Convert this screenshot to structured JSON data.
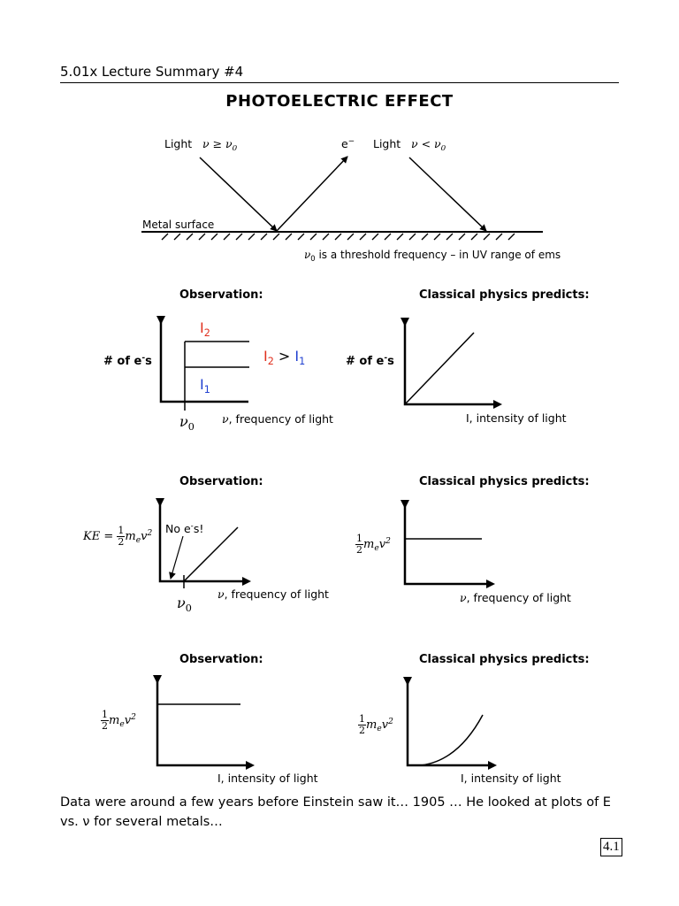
{
  "header": {
    "course": "5.01x Lecture Summary #4"
  },
  "title": "PHOTOELECTRIC EFFECT",
  "diagram": {
    "light_left": "Light",
    "light_left_cond": "ν ≥ ν",
    "electron": "e",
    "electron_sup": "−",
    "light_right": "Light",
    "light_right_cond": "ν < ν",
    "zero": "0",
    "metal_surface": "Metal surface",
    "threshold_note_pre": "ν",
    "threshold_note": " is a threshold frequency – in UV range of ems"
  },
  "labels": {
    "observation": "Observation:",
    "classical": "Classical physics predicts:"
  },
  "plot1": {
    "ylabel_pre": "# of e",
    "ylabel_sup": "-",
    "ylabel_post": "s",
    "I": "I",
    "two": "2",
    "one": "1",
    "gt": " > ",
    "nu": "ν",
    "xlabel_pre": "ν",
    "xlabel": ", frequency of light"
  },
  "plot2": {
    "ylabel_pre": "# of e",
    "ylabel_sup": "-",
    "ylabel_post": "s",
    "xlabel": "I, intensity of light"
  },
  "plot3": {
    "ke": "KE = ",
    "half_num": "1",
    "half_den": "2",
    "mev": "m",
    "sub_e": "e",
    "v": "v",
    "sq": "2",
    "no_e_pre": "No e",
    "no_e_sup": "-",
    "no_e_post": "s!",
    "nu": "ν",
    "xlabel_pre": "ν",
    "xlabel": ", frequency of light"
  },
  "plot4": {
    "xlabel_pre": "ν",
    "xlabel": ", frequency of light"
  },
  "plot5": {
    "xlabel": "I, intensity of light"
  },
  "plot6": {
    "xlabel": "I, intensity of light"
  },
  "footer": {
    "text": "Data were around a few years before Einstein saw it… 1905 … He looked at plots of E vs. ν for several metals…"
  },
  "page_number": "4.1"
}
